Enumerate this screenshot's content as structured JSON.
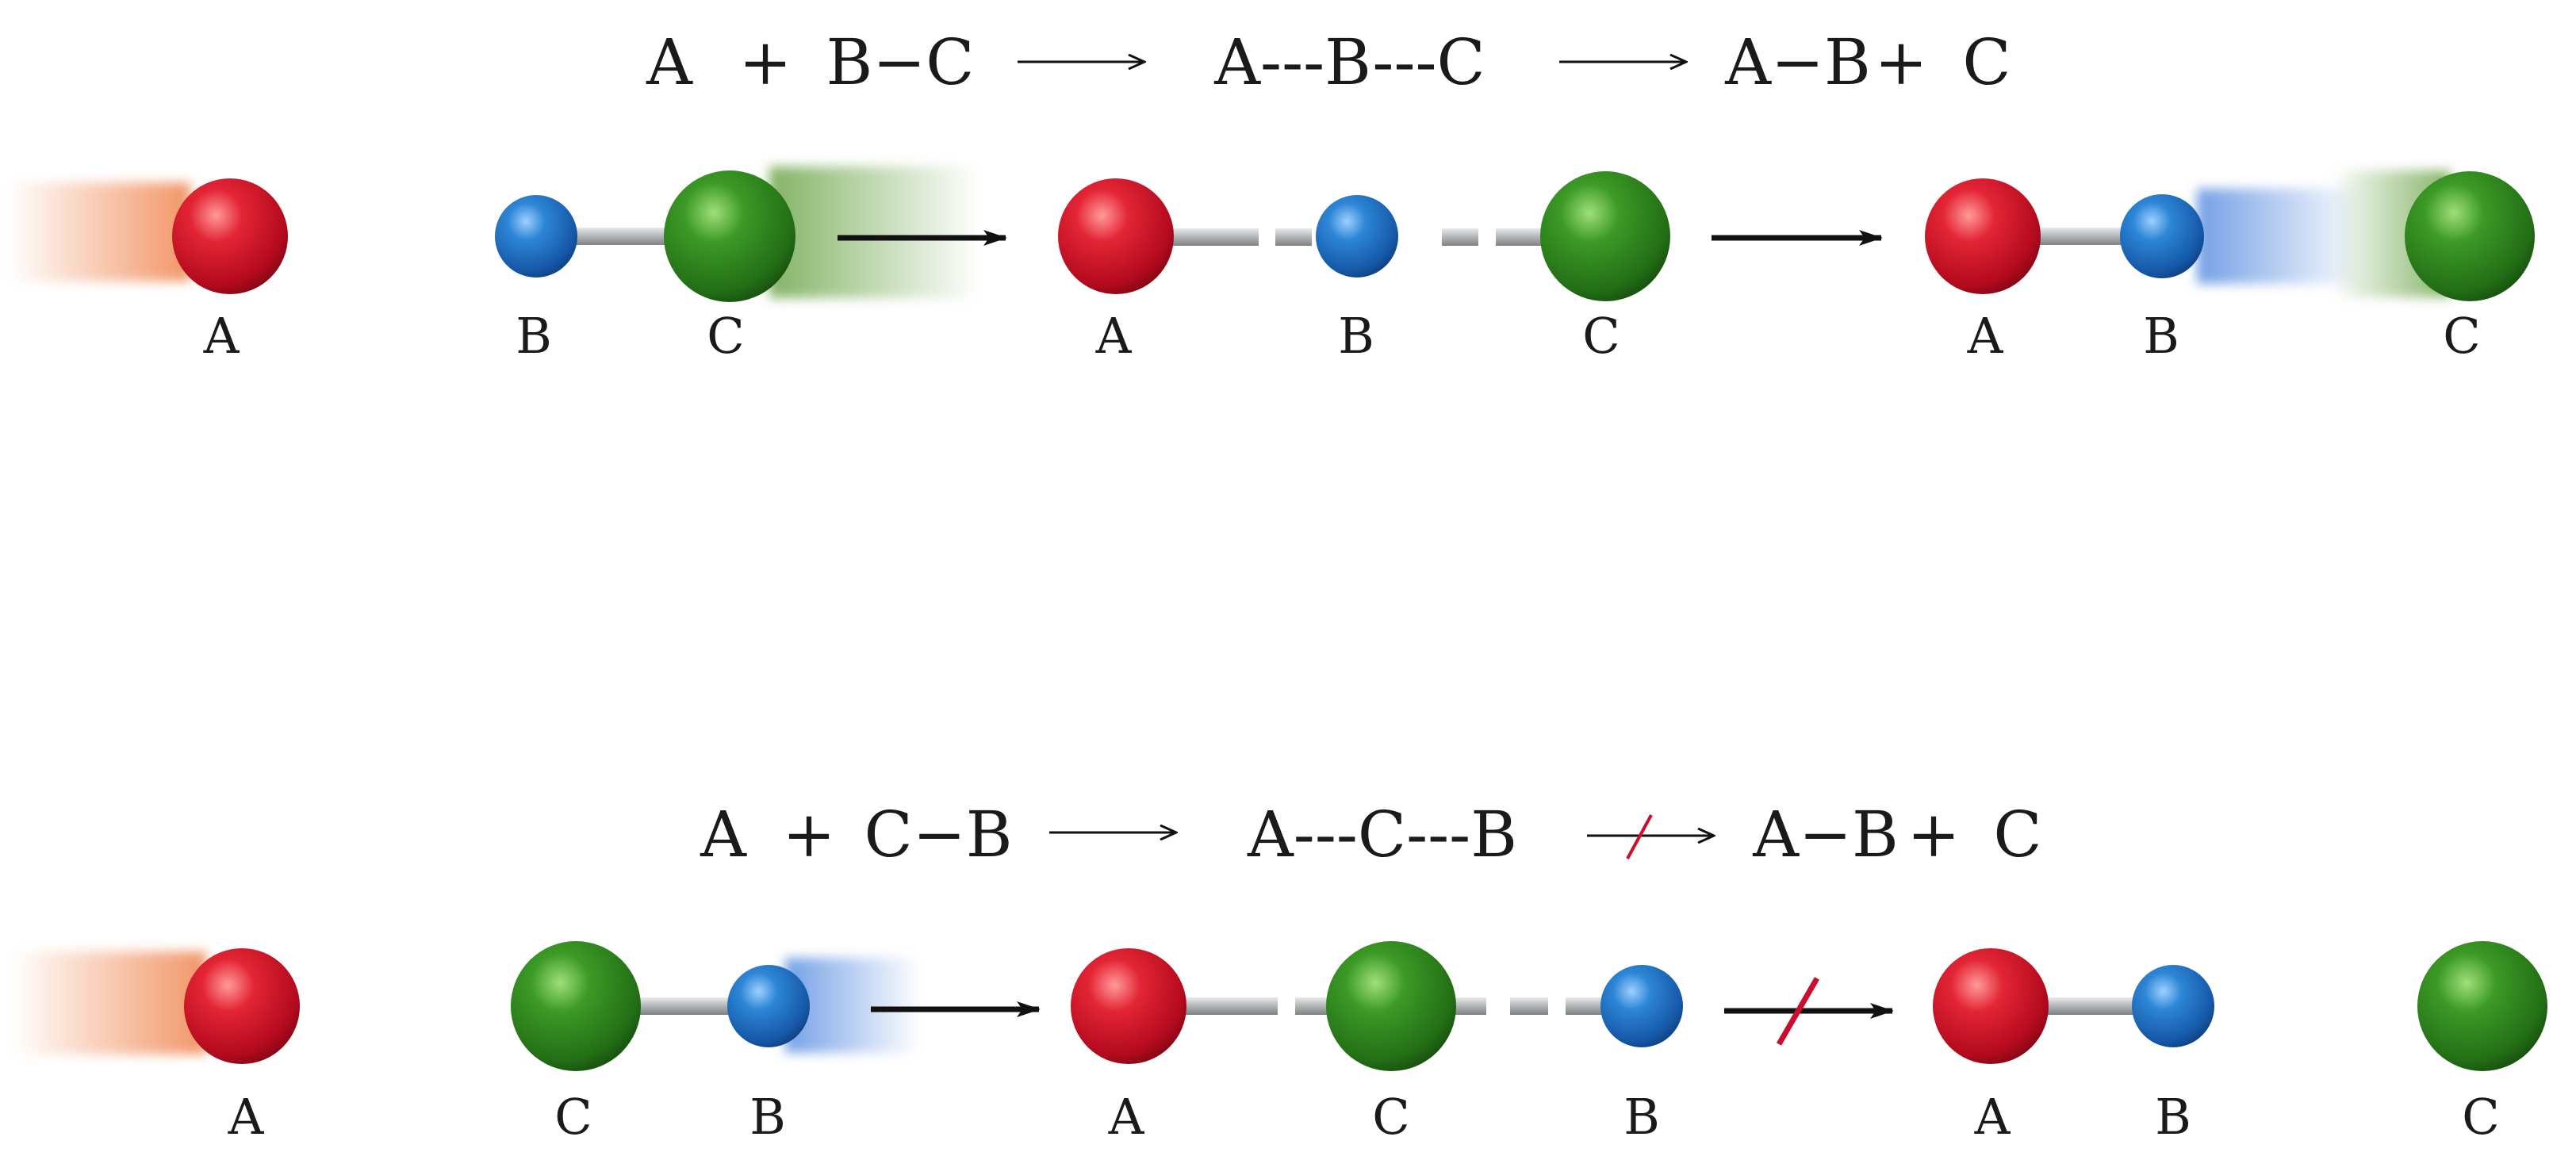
{
  "top": {
    "equation": {
      "reactant_a": "A",
      "plus_1": "+",
      "reactant_bc": "B−C",
      "transition": "A---B---C",
      "product_ab": "A−B",
      "plus_2": "+",
      "product_c": "C"
    },
    "labels": {
      "reactant_a": "A",
      "reactant_b": "B",
      "reactant_c": "C",
      "ts_a": "A",
      "ts_b": "B",
      "ts_c": "C",
      "product_a": "A",
      "product_b": "B",
      "product_c": "C"
    }
  },
  "bottom": {
    "equation": {
      "reactant_a": "A",
      "plus_1": "+",
      "reactant_cb": "C−B",
      "transition": "A---C---B",
      "product_ab": "A−B",
      "plus_2": "+",
      "product_c": "C"
    },
    "labels": {
      "reactant_a": "A",
      "reactant_c": "C",
      "reactant_b": "B",
      "ts_a": "A",
      "ts_c": "C",
      "ts_b": "B",
      "product_a": "A",
      "product_b": "B",
      "product_c": "C"
    }
  },
  "colors": {
    "atom_a": "#d3102a",
    "atom_b": "#1f74c6",
    "atom_c": "#2f8a1e",
    "bond": "#b7babb",
    "arrow": "#111111",
    "strike": "#c8102e"
  }
}
